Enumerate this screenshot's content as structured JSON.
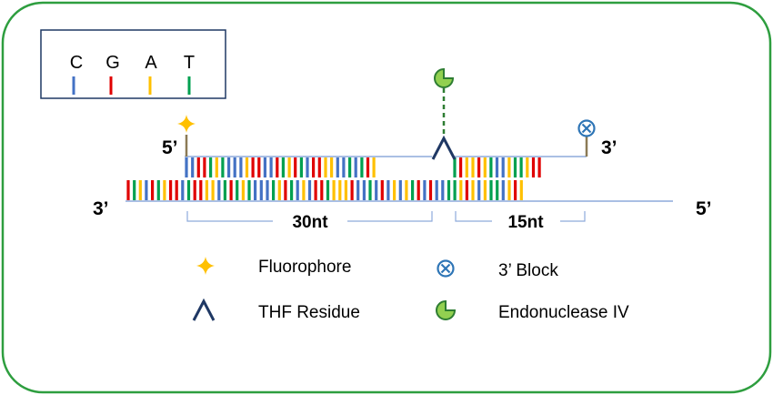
{
  "colors": {
    "C": "#4472C4",
    "G": "#E00000",
    "A": "#FFC000",
    "T": "#00A050",
    "frame": "#2E9E3F",
    "legend_border": "#1F3864",
    "thf": "#1F3864",
    "linker": "#8B7A55",
    "endonuclease_fill": "#92D050",
    "endonuclease_stroke": "#2E7D32",
    "block": "#2E75B6",
    "fluorophore": "#FFC000",
    "bracket": "#8EAADB"
  },
  "legend_box": {
    "bases": [
      "C",
      "G",
      "A",
      "T"
    ]
  },
  "strands": {
    "top_left_5prime": "5’",
    "top_right_3prime": "3’",
    "bottom_left_3prime": "3’",
    "bottom_right_5prime": "5’",
    "top_left_segment": "CCGGTATCCCAGGCCGTAGTCGGAACCTCTGA",
    "top_right_segment": "TGAAGATCCATTAGG",
    "bottom_strand": "GTACGTAGGCTGGAACTGTATCCCTAGTCACGGTAAAGCCTCGCACATGCGCCTTAGACATTCAGA"
  },
  "brackets": {
    "left_label": "30nt",
    "right_label": "15nt"
  },
  "key": {
    "fluorophore": "Fluorophore",
    "thf": "THF Residue",
    "block": "3’ Block",
    "endonuclease": "Endonuclease IV"
  }
}
